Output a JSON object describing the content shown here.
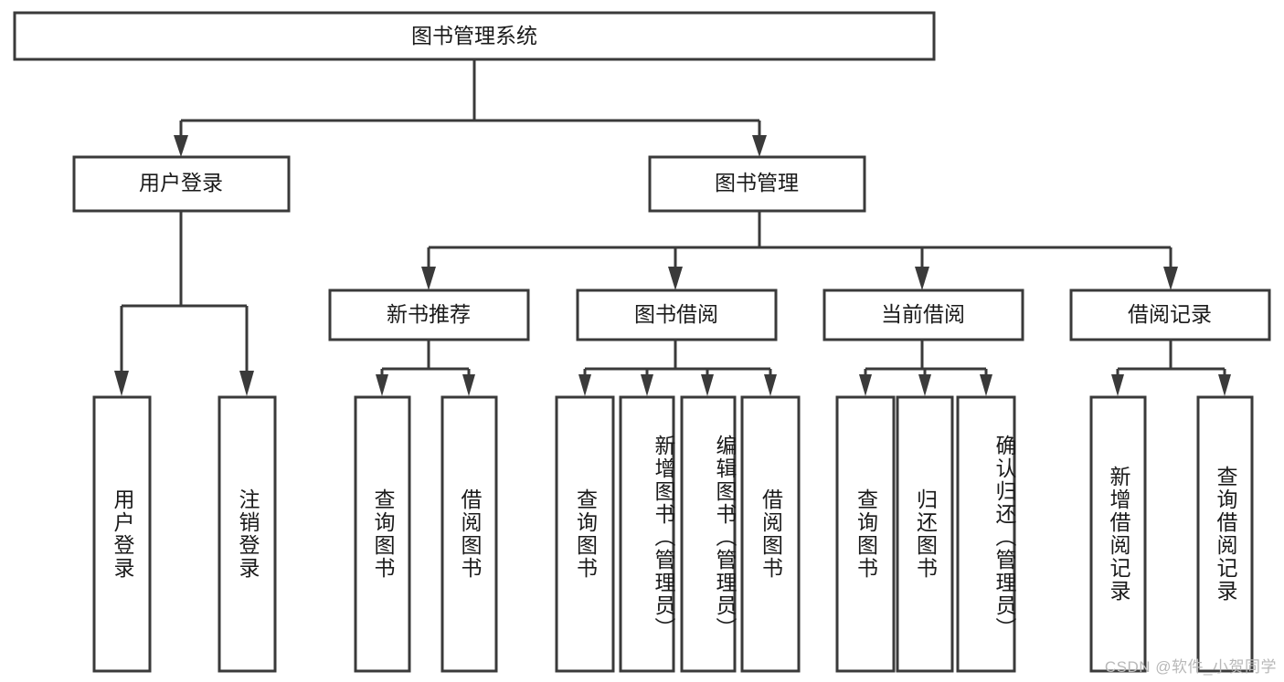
{
  "diagram": {
    "title": "图书管理系统",
    "type": "tree-hierarchy",
    "watermark": "CSDN @软件_小贺同学",
    "colors": {
      "box_stroke": "#3a3a3a",
      "box_fill": "#ffffff",
      "text": "#1a1a1a",
      "background": "#ffffff",
      "watermark": "#b8b8b8"
    },
    "levels": {
      "root": {
        "label": "图书管理系统"
      },
      "level2": [
        {
          "label": "用户登录"
        },
        {
          "label": "图书管理"
        }
      ],
      "level3": [
        {
          "label": "新书推荐"
        },
        {
          "label": "图书借阅"
        },
        {
          "label": "当前借阅"
        },
        {
          "label": "借阅记录"
        }
      ],
      "leaves": {
        "user_login": [
          {
            "label": "用户登录"
          },
          {
            "label": "注销登录"
          }
        ],
        "new_book_recommend": [
          {
            "label": "查询图书"
          },
          {
            "label": "借阅图书"
          }
        ],
        "book_borrow": [
          {
            "label": "查询图书"
          },
          {
            "label": "新增图书（管理员）"
          },
          {
            "label": "编辑图书（管理员）"
          },
          {
            "label": "借阅图书"
          }
        ],
        "current_borrow": [
          {
            "label": "查询图书"
          },
          {
            "label": "归还图书"
          },
          {
            "label": "确认归还（管理员）"
          }
        ],
        "borrow_records": [
          {
            "label": "新增借阅记录"
          },
          {
            "label": "查询借阅记录"
          }
        ]
      }
    }
  }
}
